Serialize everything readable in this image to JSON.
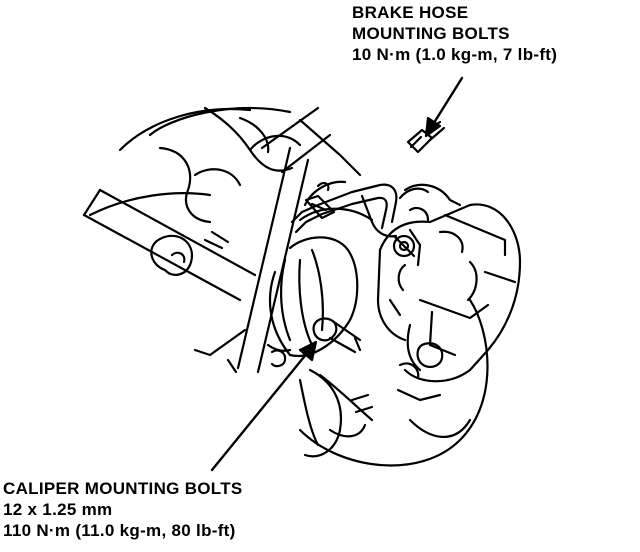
{
  "callouts": {
    "brake_hose": {
      "line1": "BRAKE HOSE",
      "line2": "MOUNTING BOLTS",
      "line3": "10 N·m (1.0 kg-m, 7 lb-ft)"
    },
    "caliper": {
      "line1": "CALIPER MOUNTING BOLTS",
      "line2": "12 x 1.25 mm",
      "line3": "110 N·m (11.0 kg-m, 80 lb-ft)"
    }
  },
  "colors": {
    "ink": "#000000",
    "paper": "#ffffff"
  }
}
